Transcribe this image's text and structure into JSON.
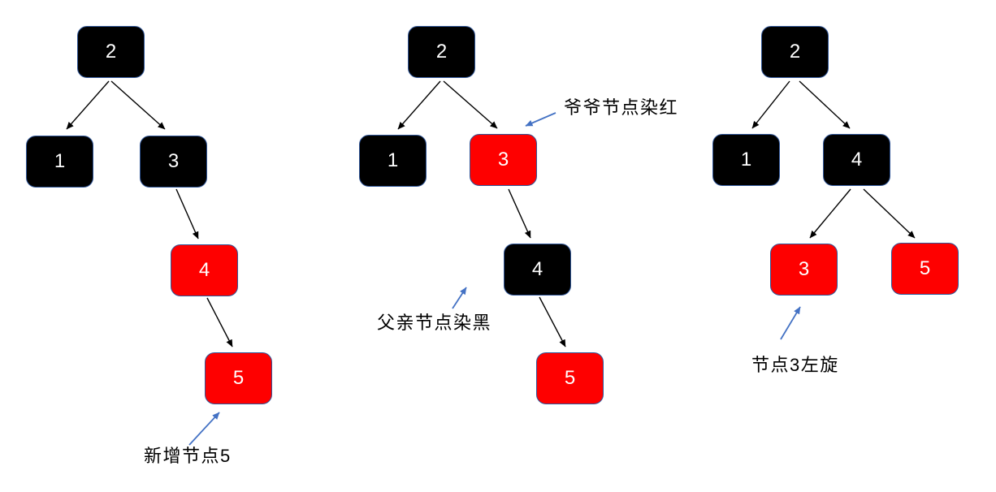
{
  "colors": {
    "background": "#ffffff",
    "node_black": "#000000",
    "node_red": "#fe0000",
    "node_border": "#2f5597",
    "node_text": "#ffffff",
    "tree_edge": "#000000",
    "annotation_arrow": "#4472c4",
    "annotation_text": "#000000"
  },
  "trees": [
    {
      "step": "insert",
      "nodes": [
        {
          "value": "2",
          "color": "black"
        },
        {
          "value": "1",
          "color": "black"
        },
        {
          "value": "3",
          "color": "black"
        },
        {
          "value": "4",
          "color": "red"
        },
        {
          "value": "5",
          "color": "red"
        }
      ],
      "edges": [
        [
          "2",
          "1"
        ],
        [
          "2",
          "3"
        ],
        [
          "3",
          "4"
        ],
        [
          "4",
          "5"
        ]
      ],
      "annotations": [
        {
          "text": "新增节点5",
          "target": "5"
        }
      ]
    },
    {
      "step": "recolor",
      "nodes": [
        {
          "value": "2",
          "color": "black"
        },
        {
          "value": "1",
          "color": "black"
        },
        {
          "value": "3",
          "color": "red"
        },
        {
          "value": "4",
          "color": "black"
        },
        {
          "value": "5",
          "color": "red"
        }
      ],
      "edges": [
        [
          "2",
          "1"
        ],
        [
          "2",
          "3"
        ],
        [
          "3",
          "4"
        ],
        [
          "4",
          "5"
        ]
      ],
      "annotations": [
        {
          "text": "爷爷节点染红",
          "target": "3"
        },
        {
          "text": "父亲节点染黑",
          "target": "4"
        }
      ]
    },
    {
      "step": "rotate-left",
      "nodes": [
        {
          "value": "2",
          "color": "black"
        },
        {
          "value": "1",
          "color": "black"
        },
        {
          "value": "4",
          "color": "black"
        },
        {
          "value": "3",
          "color": "red"
        },
        {
          "value": "5",
          "color": "red"
        }
      ],
      "edges": [
        [
          "2",
          "1"
        ],
        [
          "2",
          "4"
        ],
        [
          "4",
          "3"
        ],
        [
          "4",
          "5"
        ]
      ],
      "annotations": [
        {
          "text": "节点3左旋",
          "target": "3"
        }
      ]
    }
  ]
}
